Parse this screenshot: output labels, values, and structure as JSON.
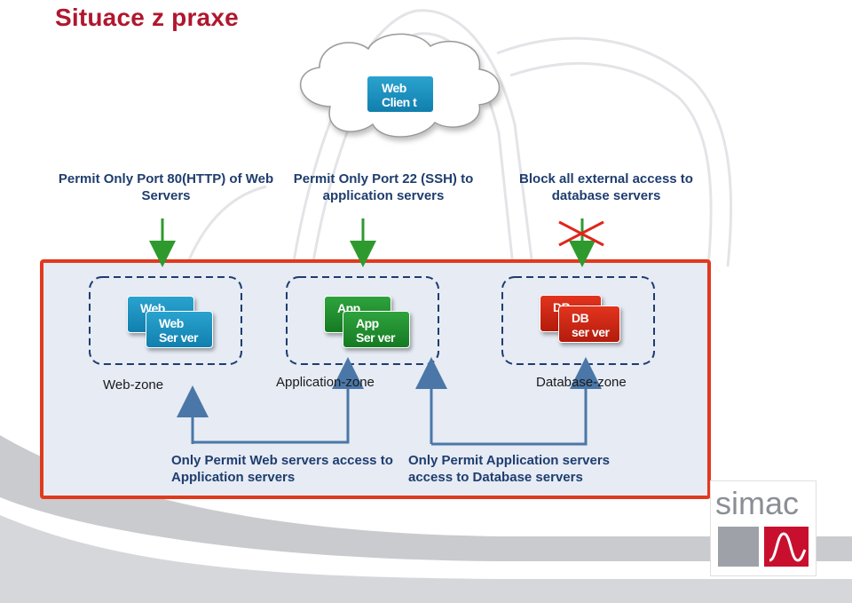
{
  "slide": {
    "title": "Situace z praxe"
  },
  "client": {
    "label_line1": "Web",
    "label_line2": "Clien t"
  },
  "rules": {
    "web": "Permit Only Port 80(HTTP) of Web Servers",
    "app": "Permit Only Port 22 (SSH) to application servers",
    "db": "Block all external access to database servers"
  },
  "zones": [
    {
      "label": "Web-zone",
      "server_back": "Web",
      "server_line1": "Web",
      "server_line2": "Ser ver",
      "color": "#1f93c4"
    },
    {
      "label": "Application-zone",
      "server_back": "App",
      "server_line1": "App",
      "server_line2": "Ser ver",
      "color": "#22923a"
    },
    {
      "label": "Database-zone",
      "server_back": "DB",
      "server_line1": "DB",
      "server_line2": "ser ver",
      "color": "#cc2a14"
    }
  ],
  "notes": {
    "web_to_app": "Only Permit Web servers access to Application servers",
    "app_to_db": "Only Permit Application servers access to Database servers"
  },
  "logo": {
    "text": "simac"
  },
  "colors": {
    "title": "#b0172f",
    "frame_border": "#e03a1e",
    "frame_fill": "#e6ebf4",
    "permit_arrow": "#2e9a2e",
    "block_mark": "#e0251b",
    "flow_arrow": "#4a77a8"
  }
}
